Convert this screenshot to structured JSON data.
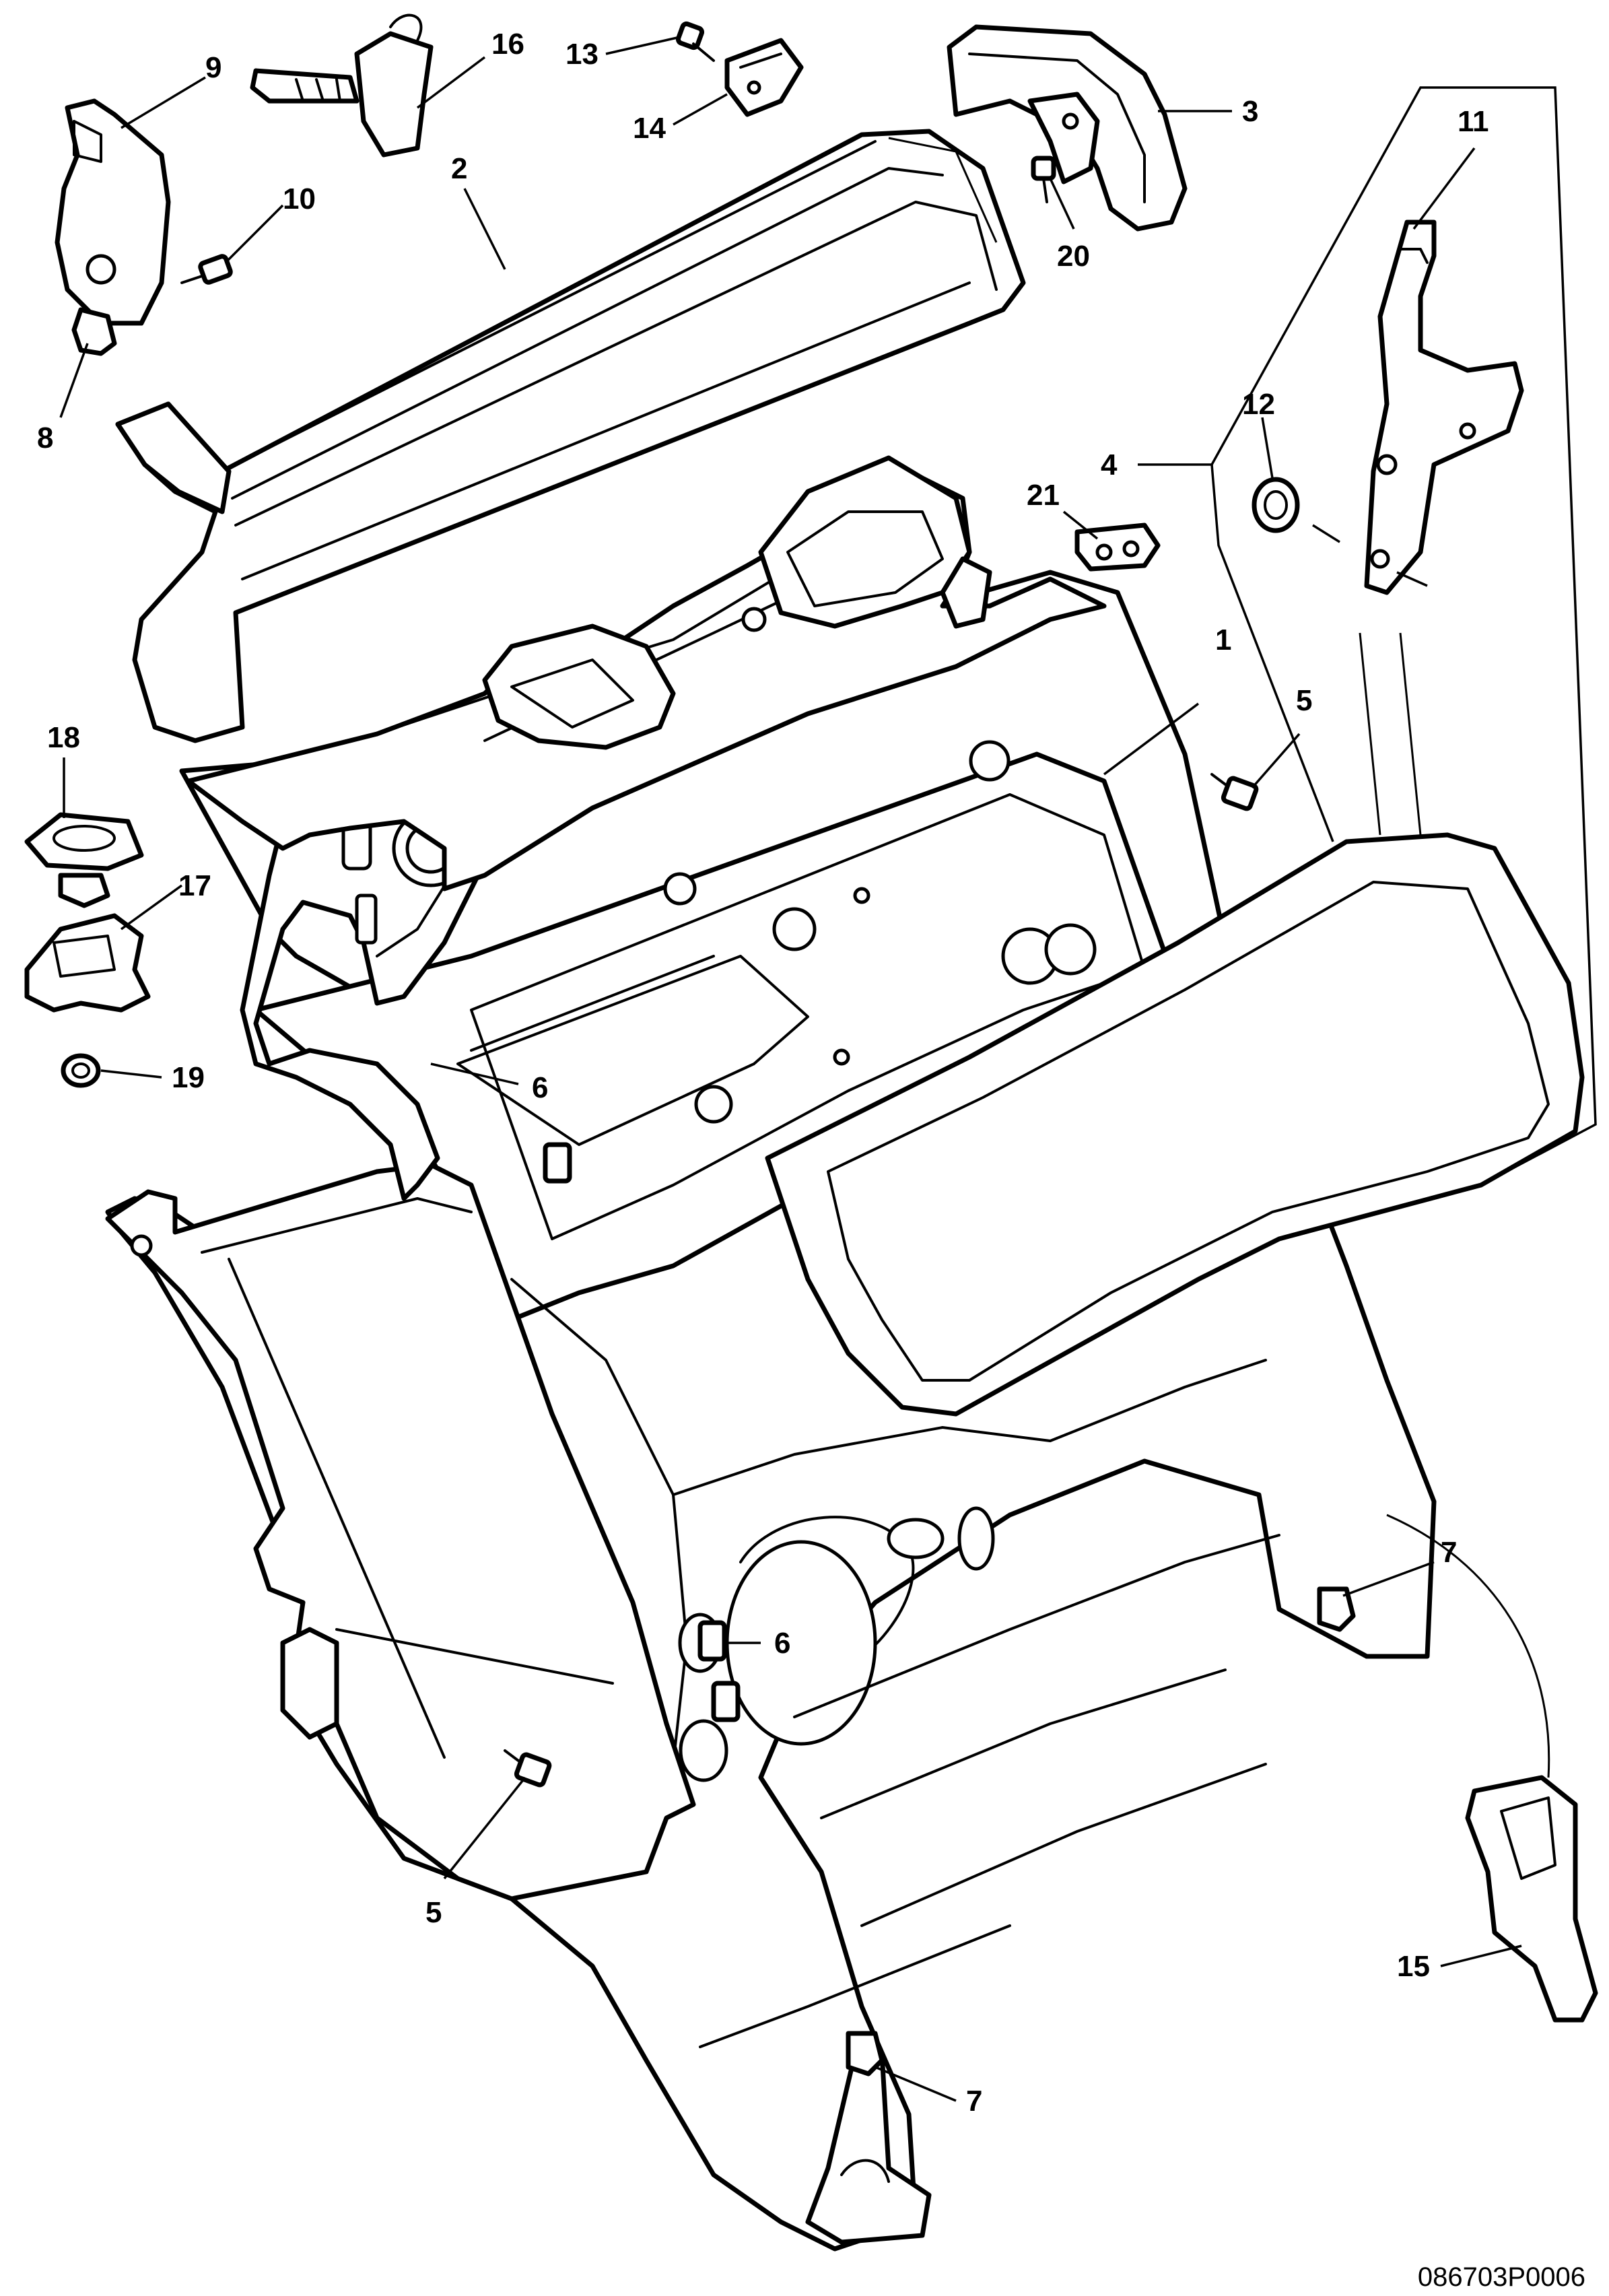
{
  "drawing": {
    "reference_code": "086703P0006",
    "callouts": [
      "1",
      "2",
      "3",
      "4",
      "5",
      "5",
      "6",
      "6",
      "7",
      "7",
      "8",
      "9",
      "10",
      "11",
      "12",
      "13",
      "14",
      "15",
      "16",
      "17",
      "18",
      "19",
      "20",
      "21"
    ]
  }
}
